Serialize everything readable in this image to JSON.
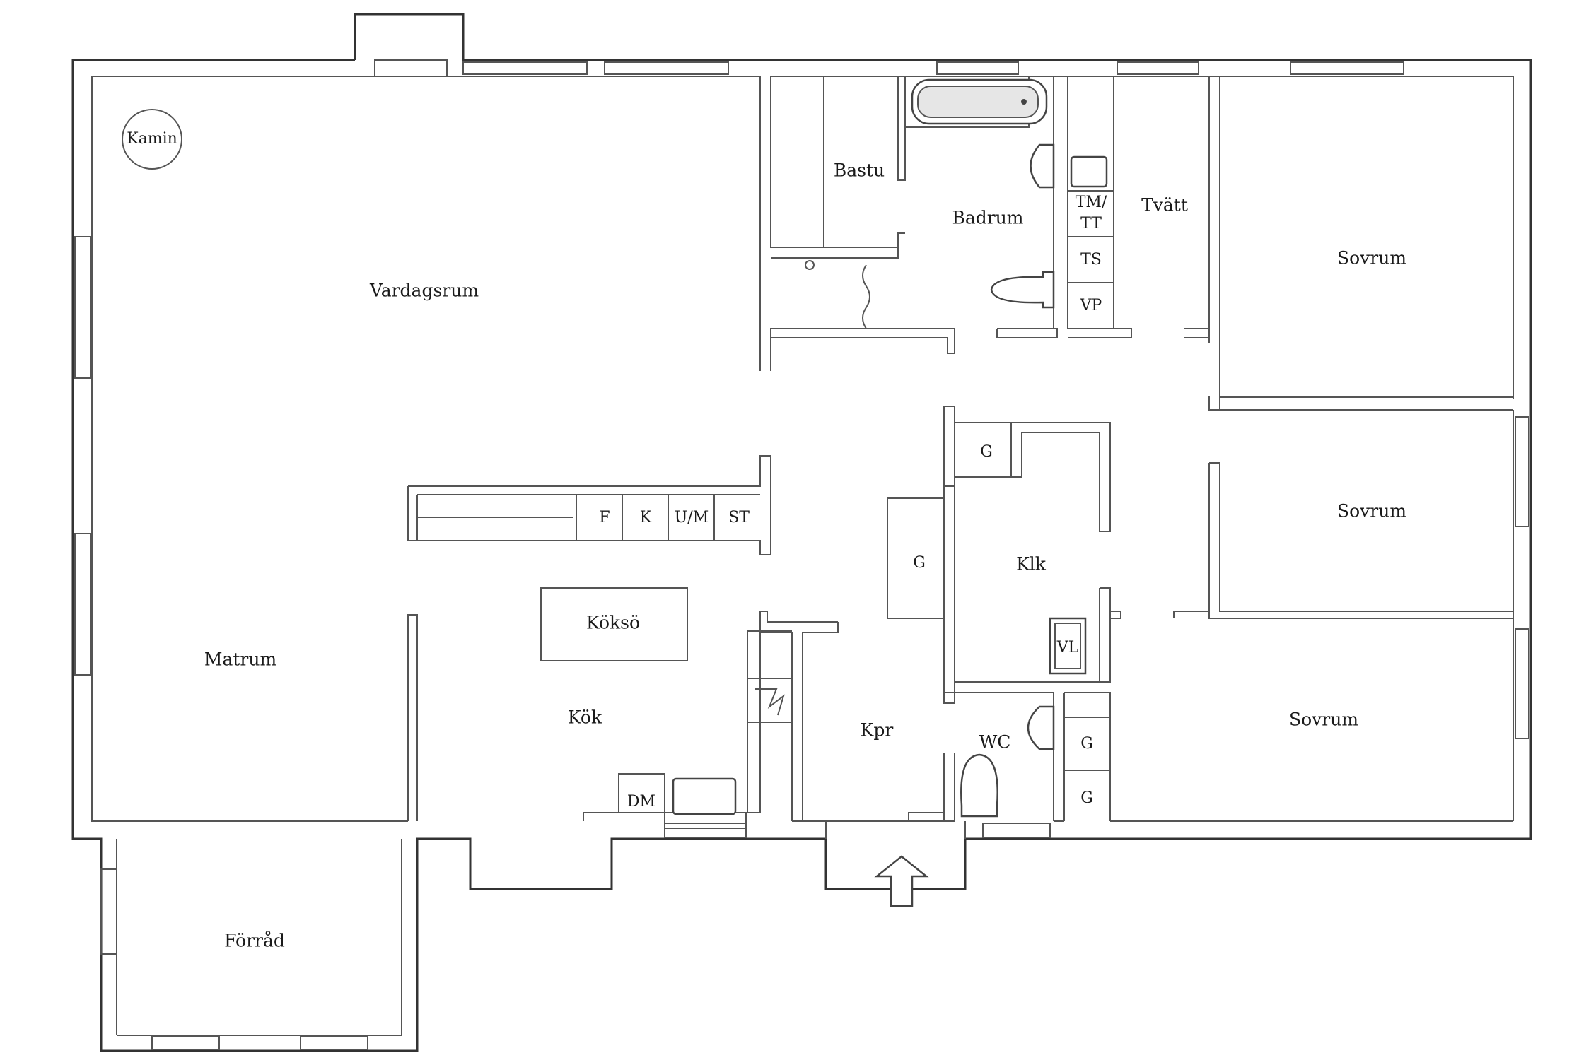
{
  "rooms": {
    "vardagsrum": "Vardagsrum",
    "matrum": "Matrum",
    "forrad": "Förråd",
    "kok": "Kök",
    "kokso": "Köksö",
    "bastu": "Bastu",
    "badrum": "Badrum",
    "tvatt": "Tvätt",
    "sovrum_1": "Sovrum",
    "sovrum_2": "Sovrum",
    "sovrum_3": "Sovrum",
    "klk": "Klk",
    "kpr": "Kpr",
    "wc": "WC"
  },
  "fixtures": {
    "kamin": "Kamin",
    "freezer": "F",
    "fridge": "K",
    "oven": "U/M",
    "cabinet": "ST",
    "dishwasher": "DM",
    "tm_tt_line1": "TM/",
    "tm_tt_line2": "TT",
    "ts": "TS",
    "vp": "VP",
    "vl": "VL",
    "closet_klk_top": "G",
    "closet_kpr": "G",
    "closet_wc_1": "G",
    "closet_wc_2": "G"
  },
  "colors": {
    "wall": "#333333",
    "background": "#ffffff"
  }
}
